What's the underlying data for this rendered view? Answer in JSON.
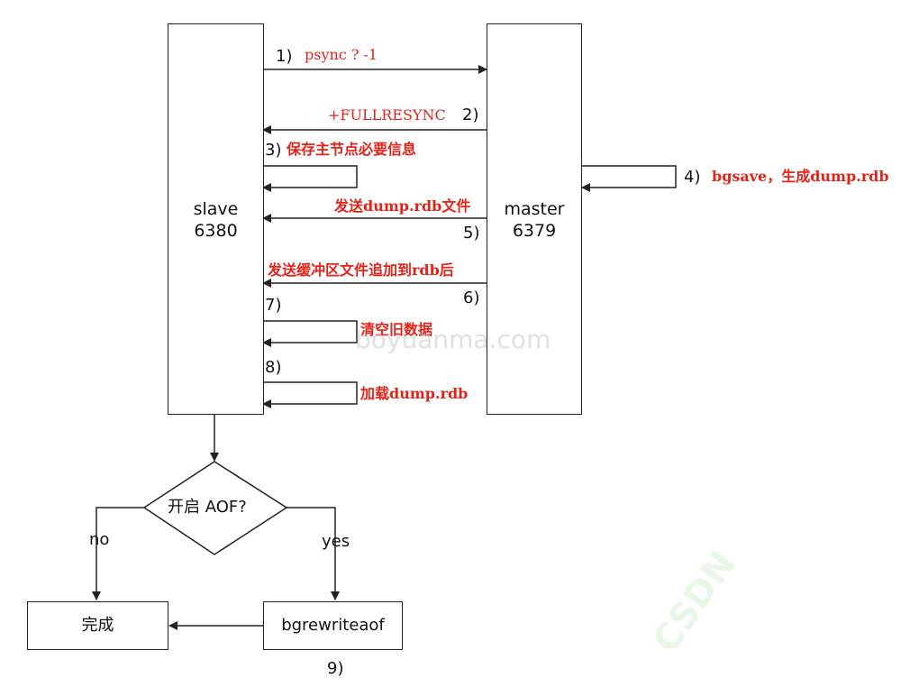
{
  "nodes": {
    "slave": {
      "line1": "slave",
      "line2": "6380"
    },
    "master": {
      "line1": "master",
      "line2": "6379"
    },
    "decision": "开启 AOF?",
    "done": "完成",
    "bgrewrite": "bgrewriteaof"
  },
  "steps": {
    "s1_num": "1)",
    "s1_label": "psync ? -1",
    "s2_label": "+FULLRESYNC",
    "s2_num": "2)",
    "s3_num": "3)",
    "s3_label": "保存主节点必要信息",
    "s4_num": "4)",
    "s4_label": "bgsave，生成dump.rdb",
    "s5_label": "发送dump.rdb文件",
    "s5_num": "5)",
    "s6_label": "发送缓冲区文件追加到rdb后",
    "s6_num": "6)",
    "s7_num": "7)",
    "s7_label": "清空旧数据",
    "s8_num": "8)",
    "s8_label": "加载dump.rdb",
    "s9_num": "9)"
  },
  "branches": {
    "no": "no",
    "yes": "yes"
  },
  "watermarks": {
    "site": "boyuanma.com",
    "csdn": "CSDN"
  },
  "colors": {
    "label": "#e2231a",
    "line": "#222222"
  }
}
